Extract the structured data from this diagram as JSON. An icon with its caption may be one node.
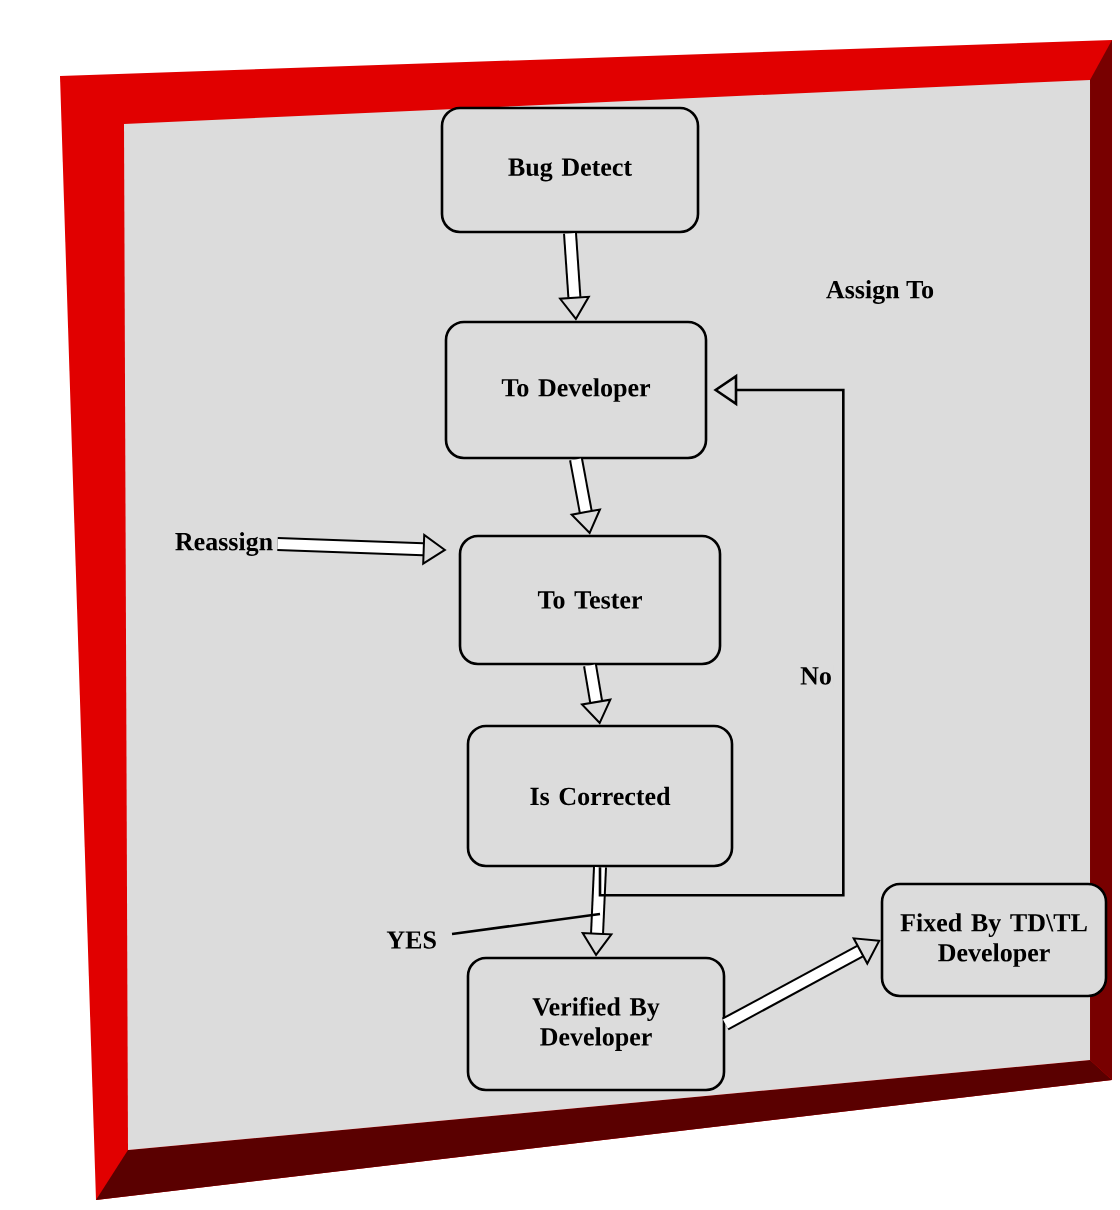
{
  "diagram": {
    "nodes": [
      {
        "text": [
          "Bug Detect"
        ]
      },
      {
        "text": [
          "To Developer"
        ]
      },
      {
        "text": [
          "To Tester"
        ]
      },
      {
        "text": [
          "Is Corrected"
        ]
      },
      {
        "text": [
          "Verified By Developer"
        ]
      },
      {
        "text": [
          "Fixed By TD\\TL Developer"
        ]
      },
      {
        "text": [
          "Reassign"
        ]
      }
    ],
    "edges": [
      {
        "from": 0,
        "to": 1,
        "arrow": "to"
      },
      {
        "from": 1,
        "to": 2,
        "arrow": "to"
      },
      {
        "from": 2,
        "to": 3,
        "arrow": "to"
      },
      {
        "from": 3,
        "to": 4,
        "arrow": "to"
      },
      {
        "from": 3,
        "to": 1,
        "arrow": "to",
        "label": "No"
      },
      {
        "from": 4,
        "to": 5,
        "arrow": "to"
      },
      {
        "from": 6,
        "to": 2,
        "arrow": "to"
      }
    ],
    "labels": [
      "Assign To",
      "YES"
    ]
  }
}
